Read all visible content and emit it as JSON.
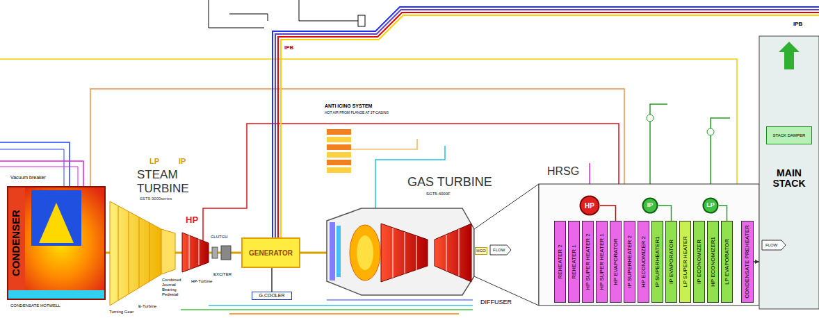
{
  "diagram": {
    "nodes": [
      {
        "text": [
          "CONDENSER"
        ]
      },
      {
        "text": [
          "GENERATOR"
        ]
      },
      {
        "text": [
          "G.COOLER"
        ]
      },
      {
        "text": [
          "HCO"
        ]
      },
      {
        "text": [
          "REHEATER 2"
        ]
      },
      {
        "text": [
          "REHEATER 1"
        ]
      },
      {
        "text": [
          "HP SUPER HEATER 2"
        ]
      },
      {
        "text": [
          "HP SUPER HEATER 1"
        ]
      },
      {
        "text": [
          "HP EVAPORATOR"
        ]
      },
      {
        "text": [
          "IP SUPERHEATER 2"
        ]
      },
      {
        "text": [
          "HP ECONOMIZER 2"
        ]
      },
      {
        "text": [
          "IP SUPERHEATER1"
        ]
      },
      {
        "text": [
          "IP EVAPORATOR"
        ]
      },
      {
        "text": [
          "LP SUPER HEATER"
        ]
      },
      {
        "text": [
          "IP ECONOMIZER"
        ]
      },
      {
        "text": [
          "HP ECONOMIZER1"
        ]
      },
      {
        "text": [
          "LP EVAPORATOR"
        ]
      },
      {
        "text": [
          "CONDENSATE PREHEATER"
        ]
      },
      {
        "text": [
          "HP"
        ]
      },
      {
        "text": [
          "IP"
        ]
      },
      {
        "text": [
          "LP"
        ]
      },
      {
        "text": [
          "MAIN STACK"
        ]
      },
      {
        "text": [
          "STACK DAMPER"
        ],
        "in": 21
      }
    ],
    "edges": [
      {
        "from": 1,
        "to": 2,
        "arrow": "none"
      },
      {
        "from": 18,
        "to": 8,
        "arrow": "none"
      },
      {
        "from": 19,
        "to": 12,
        "arrow": "none"
      },
      {
        "from": 20,
        "to": 16,
        "arrow": "none"
      },
      {
        "from": 17,
        "to": 21,
        "arrow": "to"
      }
    ],
    "labels": [
      "Vacuum breaker",
      "CONDENSATE HOTWELL",
      "LP",
      "IP",
      "STEAM TURBINE",
      "SST5-3000series",
      "HP",
      "CLUTCH",
      "EXCITER",
      "Combined Journal Bearing Pedestal",
      "HP-Turbine",
      "E-Turbine",
      "Turning Gear",
      "IPB",
      "IPB",
      "ANTI ICING SYSTEM",
      "HOT AIR FROM FLANGE AT 3T-CASING",
      "GAS TURBINE",
      "SGT5-4000F",
      "DIFFUSER",
      "FLOW",
      "FLOW",
      "HRSG"
    ]
  }
}
